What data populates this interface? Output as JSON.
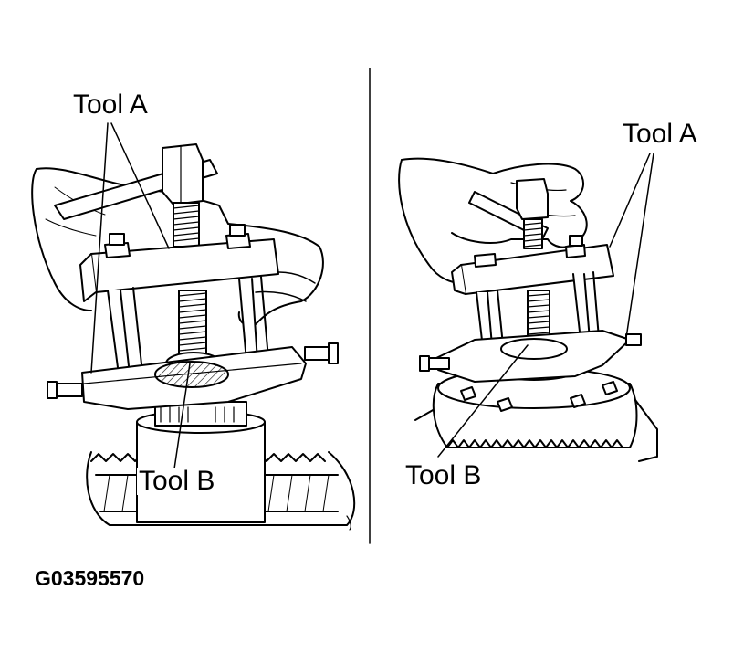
{
  "labels": {
    "left_tool_a": "Tool A",
    "left_tool_b": "Tool B",
    "right_tool_a": "Tool A",
    "right_tool_b": "Tool B"
  },
  "figure_code": "G03595570"
}
